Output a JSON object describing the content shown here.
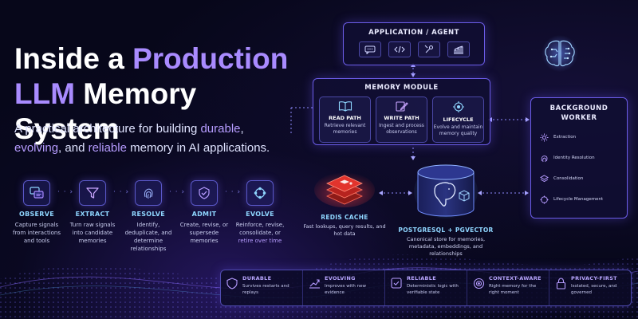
{
  "title": {
    "line1_plain": "Inside a ",
    "line1_accent": "Production",
    "line2_accent": "LLM",
    "line2_plain": " Memory System"
  },
  "subtitle": {
    "p1": "A practical architecture for building ",
    "durable": "durable",
    "p2": ",",
    "evolving": "evolving",
    "p3": ", and ",
    "reliable": "reliable",
    "p4": " memory in AI applications."
  },
  "pipeline": [
    {
      "label": "OBSERVE",
      "desc": "Capture signals from interactions and tools",
      "icon": "chat-icon"
    },
    {
      "label": "EXTRACT",
      "desc": "Turn raw signals into candidate memories",
      "icon": "funnel-icon"
    },
    {
      "label": "RESOLVE",
      "desc": "Identify, deduplicate, and determine relationships",
      "icon": "fingerprint-icon"
    },
    {
      "label": "ADMIT",
      "desc": "Create, revise, or supersede memories",
      "icon": "check-shield-icon"
    },
    {
      "label": "EVOLVE",
      "desc_plain": "Reinforce, revise, consolidate, or",
      "desc_hl": "retire over time",
      "icon": "cycle-icon"
    }
  ],
  "application": {
    "title": "APPLICATION / AGENT",
    "icons": [
      "chat-icon",
      "code-icon",
      "tools-icon",
      "chart-icon"
    ]
  },
  "memory_module": {
    "title": "MEMORY MODULE",
    "items": [
      {
        "name": "READ PATH",
        "desc": "Retrieve relevant memories",
        "icon": "book-icon"
      },
      {
        "name": "WRITE PATH",
        "desc": "Ingest and process observations",
        "icon": "pencil-icon"
      },
      {
        "name": "LIFECYCLE",
        "desc": "Evolve and maintain memory quality",
        "icon": "cycle-icon"
      }
    ]
  },
  "background_worker": {
    "title_line1": "BACKGROUND",
    "title_line2": "WORKER",
    "items": [
      {
        "label": "Extraction",
        "icon": "gear-icon"
      },
      {
        "label": "Identity Resolution",
        "icon": "fingerprint-icon"
      },
      {
        "label": "Consolidation",
        "icon": "layers-icon"
      },
      {
        "label": "Lifecycle Management",
        "icon": "cycle-icon"
      }
    ],
    "logo": "brain-circuit-icon"
  },
  "redis": {
    "label": "REDIS CACHE",
    "desc": "Fast lookups, query results, and hot data"
  },
  "postgres": {
    "label": "POSTGRESQL + PGVECTOR",
    "desc": "Canonical store for memories, metadata, embeddings, and relationships"
  },
  "badges": [
    {
      "title": "DURABLE",
      "desc": "Survives restarts and replays",
      "icon": "shield-icon"
    },
    {
      "title": "EVOLVING",
      "desc": "Improves with new evidence",
      "icon": "growth-chart-icon"
    },
    {
      "title": "RELIABLE",
      "desc": "Deterministic logic with verifiable state",
      "icon": "check-badge-icon"
    },
    {
      "title": "CONTEXT-AWARE",
      "desc": "Right memory for the right moment",
      "icon": "target-icon"
    },
    {
      "title": "PRIVACY-FIRST",
      "desc": "Isolated, secure, and governed",
      "icon": "lock-icon"
    }
  ],
  "colors": {
    "accent": "#a98bff",
    "cyan": "#8fd6ff",
    "border": "#6b5ce7",
    "bg": "#07071a",
    "redis": "#e2342d"
  }
}
